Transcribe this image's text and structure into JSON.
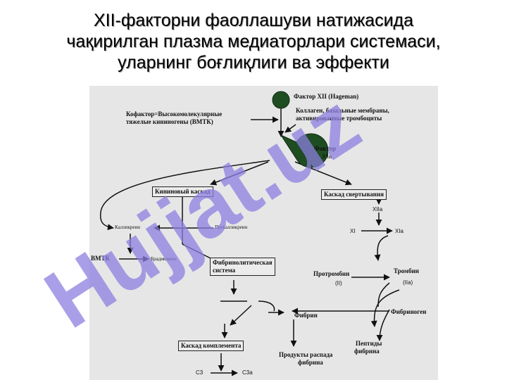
{
  "title": {
    "line1": "XII-факторни фаоллашуви натижасида",
    "line2": "чақирилган плазма  медиаторлари системаси,",
    "line3": "уларнинг боғлиқлиги ва эффекти"
  },
  "diagram": {
    "factor_xii": "Фактор XII (Hageman)",
    "cofactor_line1": "Кофактор=Высокомолекулярные",
    "cofactor_line2": "тяжелые кининогены (ВМТК)",
    "collagen_line1": "Коллаген, базальные мембраны,",
    "collagen_line2": "активированные тромбоциты",
    "factor_xiia_line1": "Фактор",
    "factor_xiia_line2": "XIIa",
    "kinin_cascade": "Кининовый каскад",
    "coag_cascade": "Каскад свертывания",
    "kallikrein": "Калликреин",
    "prekallikrein": "Прекалликреин",
    "vmtk": "ВМТК",
    "bradykinin": "Брадикинин",
    "fibrinolytic_line1": "Фибринолитическая",
    "fibrinolytic_line2": "система",
    "xiia": "XIIa",
    "xi": "XI",
    "xia": "XIa",
    "prothrombin": "Протромбин",
    "prothrombin_code": "(II)",
    "thrombin": "Тромбин",
    "thrombin_code": "(IIa)",
    "fibrin": "Фибрин",
    "fibrinogen": "Фибриноген",
    "peptides_line1": "Пептиды",
    "peptides_line2": "фибрина",
    "products_line1": "Продукты распада",
    "products_line2": "фибрина",
    "complement": "Каскад комплемента",
    "c3": "C3",
    "c3a": "C3a"
  },
  "watermark": {
    "text": "Hujjat.uz",
    "color": "#8c7fe0"
  }
}
